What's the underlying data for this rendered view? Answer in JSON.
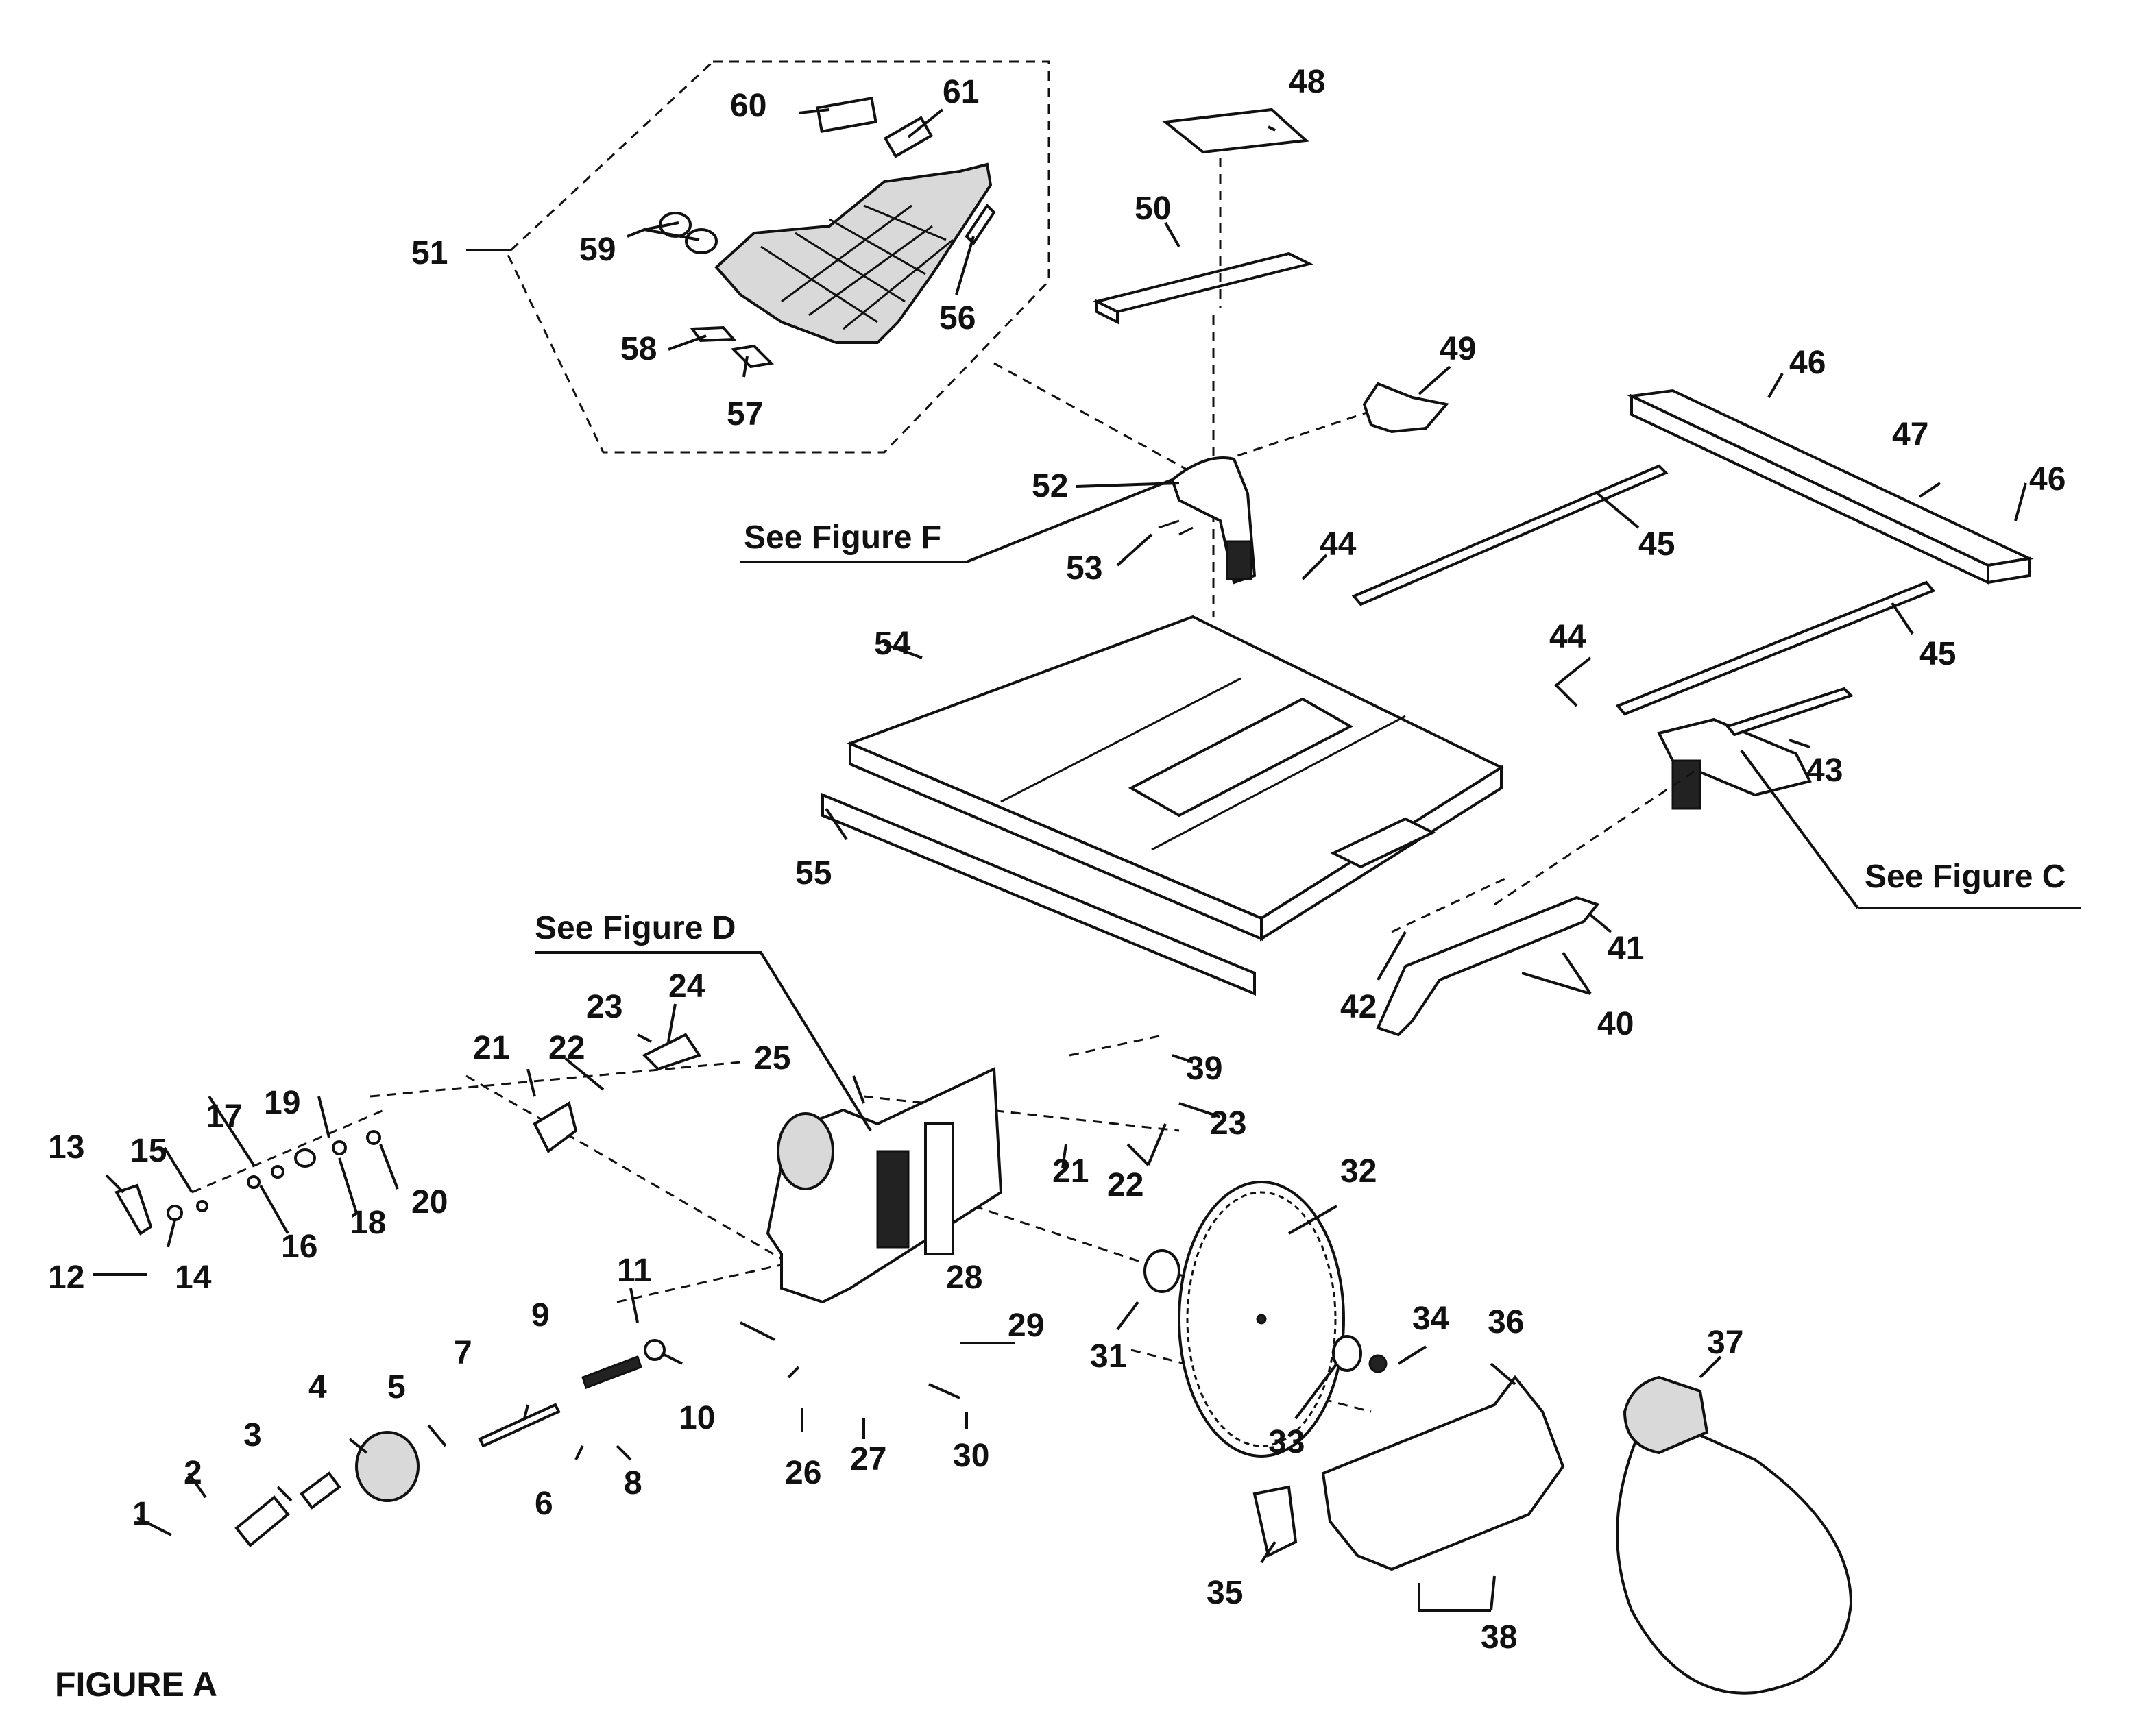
{
  "figure_title": "FIGURE A",
  "references": {
    "figure_f": "See Figure F",
    "figure_d": "See Figure D",
    "figure_c": "See Figure C"
  },
  "part_numbers": [
    "1",
    "2",
    "3",
    "4",
    "5",
    "6",
    "7",
    "8",
    "9",
    "10",
    "11",
    "12",
    "13",
    "14",
    "15",
    "16",
    "17",
    "18",
    "19",
    "20",
    "21",
    "22",
    "23",
    "24",
    "25",
    "26",
    "27",
    "28",
    "29",
    "30",
    "31",
    "32",
    "33",
    "34",
    "35",
    "36",
    "37",
    "38",
    "39",
    "40",
    "41",
    "42",
    "43",
    "44",
    "45",
    "46",
    "47",
    "48",
    "49",
    "50",
    "51",
    "52",
    "53",
    "54",
    "55",
    "56",
    "57",
    "58",
    "59",
    "60",
    "61"
  ]
}
